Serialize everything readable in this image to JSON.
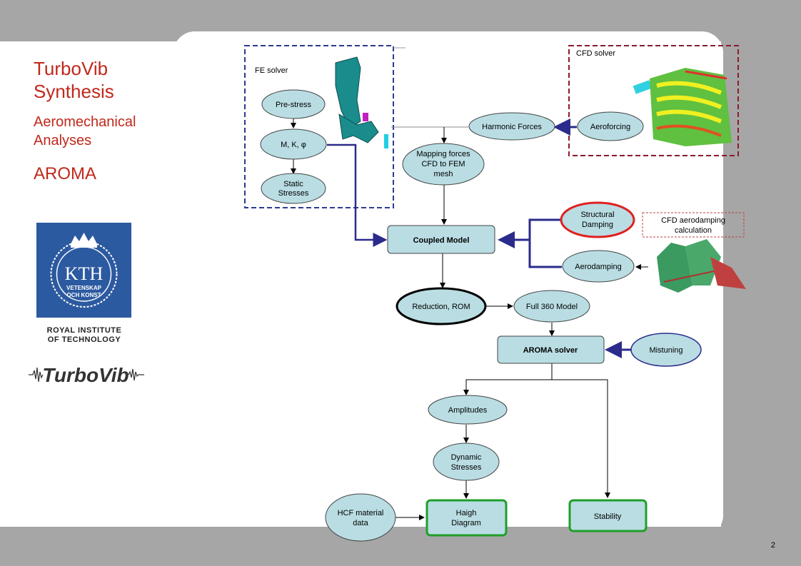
{
  "sidebar": {
    "title": "TurboVib Synthesis",
    "subtitle": "Aeromechanical Analyses",
    "section": "AROMA",
    "logo_text": "KTH",
    "logo_sub1": "VETENSKAP",
    "logo_sub2": "OCH KONST",
    "institute_line1": "ROYAL INSTITUTE",
    "institute_line2": "OF TECHNOLOGY",
    "brand": "TurboVib"
  },
  "page_number": "2",
  "diagram": {
    "fe_solver_label": "FE solver",
    "cfd_solver_label": "CFD solver",
    "cfd_aerodamping_label_1": "CFD aerodamping",
    "cfd_aerodamping_label_2": "calculation",
    "nodes": {
      "prestress": "Pre-stress",
      "mk_phi": "M, K, φ",
      "static_1": "Static",
      "static_2": "Stresses",
      "harmonic": "Harmonic Forces",
      "aeroforcing": "Aeroforcing",
      "mapping_1": "Mapping forces",
      "mapping_2": "CFD to FEM",
      "mapping_3": "mesh",
      "structural_1": "Structural",
      "structural_2": "Damping",
      "aerodamping": "Aerodamping",
      "coupled": "Coupled Model",
      "reduction": "Reduction, ROM",
      "full360": "Full 360 Model",
      "aroma_solver": "AROMA solver",
      "mistuning": "Mistuning",
      "amplitudes": "Amplitudes",
      "dynamic_1": "Dynamic",
      "dynamic_2": "Stresses",
      "hcf_1": "HCF material",
      "hcf_2": "data",
      "haigh_1": "Haigh",
      "haigh_2": "Diagram",
      "stability": "Stability"
    },
    "colors": {
      "node_fill": "#b9dde3",
      "fe_border": "#2b3a8f",
      "cfd_border": "#8b1a2c",
      "green_border": "#1f9e2a",
      "red_border": "#e02020",
      "blue_line": "#3a3a9a",
      "title_red": "#c0281b"
    }
  }
}
